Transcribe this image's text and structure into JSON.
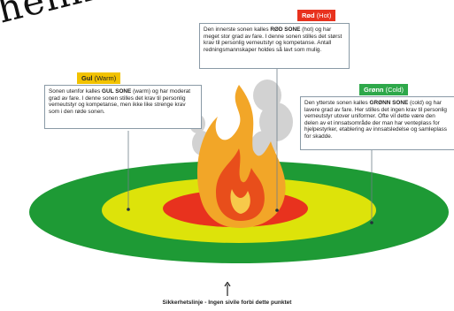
{
  "handwritten_text": "heinn",
  "zones": {
    "red": {
      "name": "Rød",
      "english": "(Hot)",
      "description_parts": [
        {
          "text": "Den innerste sonen kalles ",
          "bold": false
        },
        {
          "text": "RØD SONE",
          "bold": true
        },
        {
          "text": " (hot) og har meget stor grad av fare. I denne sonen stilles det størst krav til personlig verneutstyr og kompetanse. Antall redningsmannskaper holdes så lavt som mulig.",
          "bold": false
        }
      ]
    },
    "yellow": {
      "name": "Gul",
      "english": "(Warm)",
      "description_parts": [
        {
          "text": "Sonen utenfor kalles ",
          "bold": false
        },
        {
          "text": "GUL SONE",
          "bold": true
        },
        {
          "text": " (warm) og har moderat grad av fare. I denne sonen stilles det krav til personlig verneutstyr og kompetanse, men ikke like strenge krav som i den røde sonen.",
          "bold": false
        }
      ]
    },
    "green": {
      "name": "Grønn",
      "english": "(Cold)",
      "description_parts": [
        {
          "text": "Den ytterste sonen kalles ",
          "bold": false
        },
        {
          "text": "GRØNN SONE",
          "bold": true
        },
        {
          "text": " (cold) og har lavere grad av fare. Her stilles det ingen krav til personlig verneutstyr utover uniformer. Ofte vil dette være den delen av et innsatsområde der man har venteplass for hjelpestyrker, etablering av innsatsledelse og samleplass for skadde.",
          "bold": false
        }
      ]
    }
  },
  "footer": "Sikkerhetslinje - Ingen sivile forbi dette punktet",
  "colors": {
    "green": "#1e9a35",
    "yellow": "#dde30a",
    "red": "#e8321e",
    "tag_red": "#e8321e",
    "tag_yellow": "#f2c200",
    "tag_green": "#2ea84a",
    "flame_outer": "#f2a628",
    "flame_inner": "#e84e1b",
    "smoke": "#cfcfcf"
  }
}
